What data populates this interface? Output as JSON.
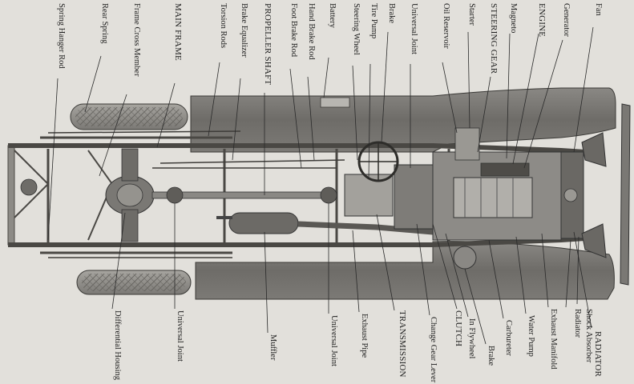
{
  "figure": {
    "top_labels": [
      {
        "id": "fan",
        "text": "Fan"
      },
      {
        "id": "generator",
        "text": "Generator"
      },
      {
        "id": "engine",
        "text": "ENGINE"
      },
      {
        "id": "magneto",
        "text": "Magneto"
      },
      {
        "id": "steering-gear",
        "text": "STEERING GEAR"
      },
      {
        "id": "starter",
        "text": "Starter"
      },
      {
        "id": "oil-reservoir",
        "text": "Oil Reservoir"
      },
      {
        "id": "universal-joint-top",
        "text": "Universal Joint"
      },
      {
        "id": "brake-top",
        "text": "Brake"
      },
      {
        "id": "tire-pump",
        "text": "Tire Pump"
      },
      {
        "id": "steering-wheel",
        "text": "Steering Wheel"
      },
      {
        "id": "battery",
        "text": "Battery"
      },
      {
        "id": "hand-brake-rod",
        "text": "Hand Brake Rod"
      },
      {
        "id": "foot-brake-rod",
        "text": "Foot Brake Rod"
      },
      {
        "id": "propeller-shaft",
        "text": "PROPELLER SHAFT"
      },
      {
        "id": "brake-equalizer",
        "text": "Brake Equalizer"
      },
      {
        "id": "torsion-rods",
        "text": "Torsion Rods"
      },
      {
        "id": "main-frame",
        "text": "MAIN FRAME"
      },
      {
        "id": "frame-cross-member",
        "text": "Frame Cross Member"
      },
      {
        "id": "rear-spring",
        "text": "Rear Spring"
      },
      {
        "id": "spring-hanger-rod",
        "text": "Spring Hanger Rod"
      }
    ],
    "bottom_labels": [
      {
        "id": "radiator",
        "text": "RADIATOR"
      },
      {
        "id": "shock-absorber",
        "text": "Shock Absorber"
      },
      {
        "id": "radiator-lower",
        "text": "Radiator"
      },
      {
        "id": "exhaust-manifold",
        "text": "Exhaust Manifold"
      },
      {
        "id": "water-pump",
        "text": "Water Pump"
      },
      {
        "id": "carbureter",
        "text": "Carbureter"
      },
      {
        "id": "in-flywheel",
        "text": "In Flywheel"
      },
      {
        "id": "clutch",
        "text": "CLUTCH"
      },
      {
        "id": "brake-bottom",
        "text": "Brake"
      },
      {
        "id": "change-gear-lever",
        "text": "Change Gear Lever"
      },
      {
        "id": "transmission",
        "text": "TRANSMISSION"
      },
      {
        "id": "exhaust-pipe",
        "text": "Exhaust Pipe"
      },
      {
        "id": "universal-joint-bottom-1",
        "text": "Universal Joint"
      },
      {
        "id": "muffler",
        "text": "Muffler"
      },
      {
        "id": "universal-joint-bottom-2",
        "text": "Universal Joint"
      },
      {
        "id": "differential-housing",
        "text": "Differential Housing"
      }
    ]
  }
}
